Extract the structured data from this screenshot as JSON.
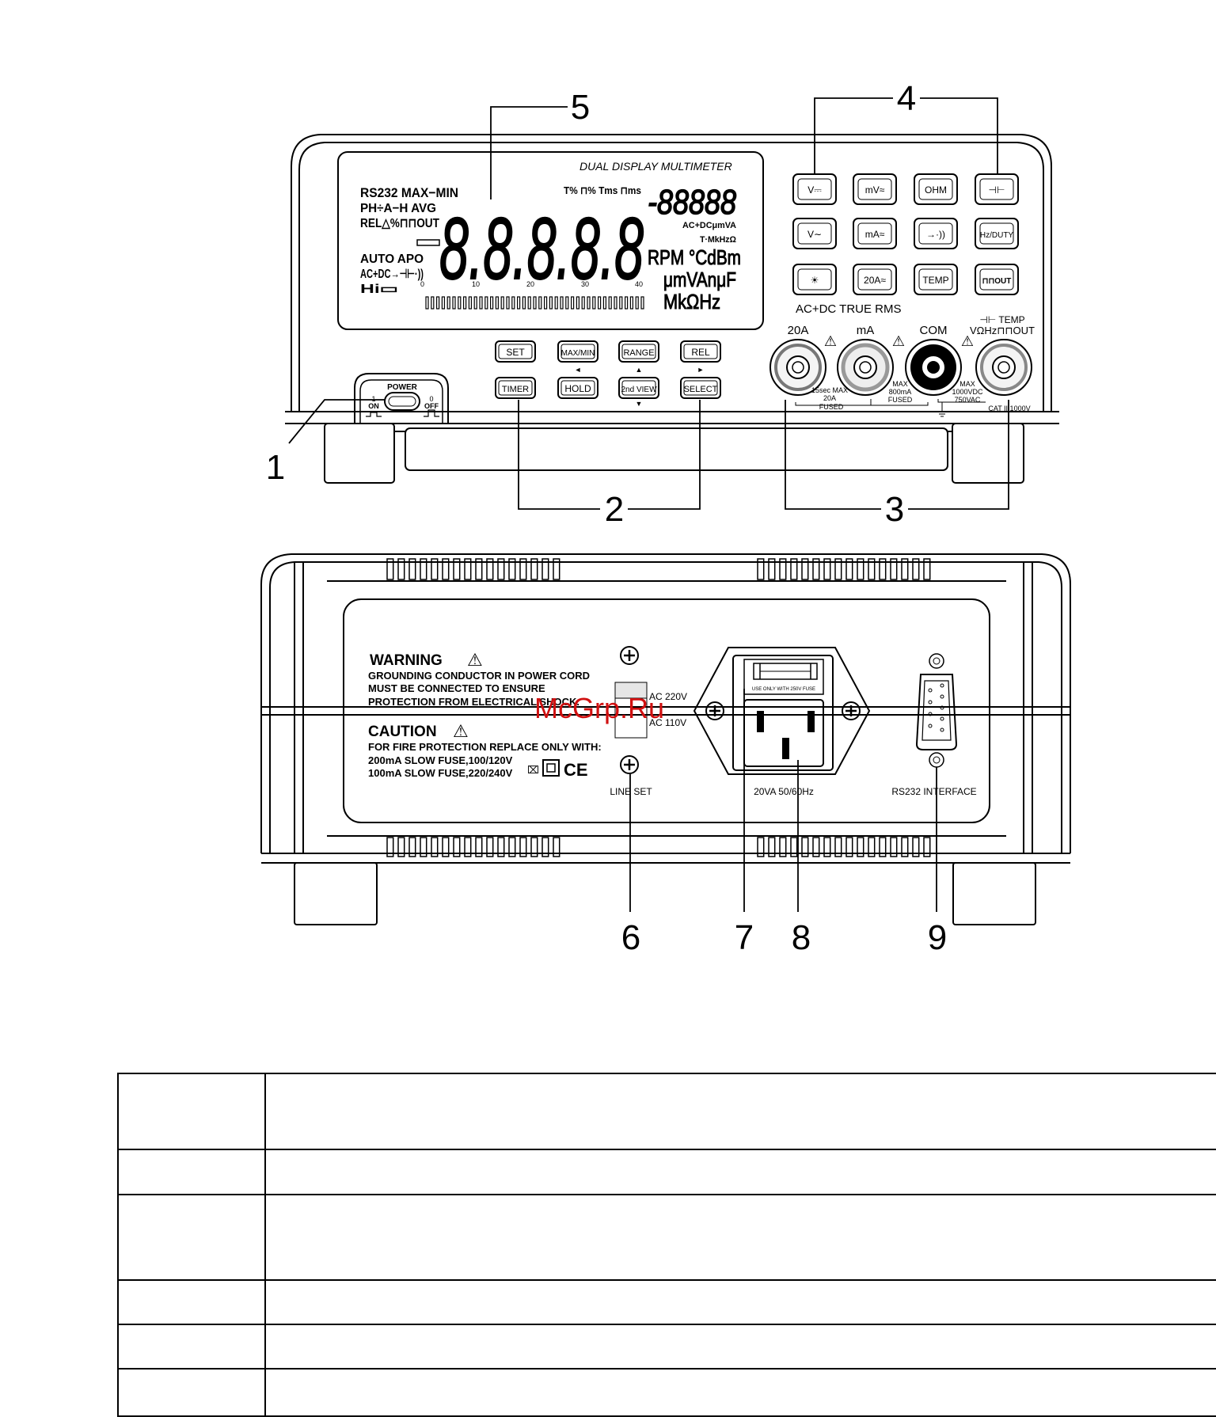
{
  "front_panel": {
    "display_title": "DUAL DISPLAY MULTIMETER",
    "lcd": {
      "left_labels": [
        "RS232 MAX−MIN",
        "PH÷A−H AVG",
        "REL△%⊓⊓OUT",
        "AUTO APO",
        "AC+DC→⊣⊢·))",
        "Hi▭"
      ],
      "main_digits": "8.8.8.8.8",
      "sub_digits": "-88888",
      "top_flags": "T% ⊓% Tms ⊓ms",
      "sub_units_1": "AC+DCμmVA",
      "sub_units_2": "T·MkHzΩ",
      "unit_line_1": "RPM °CdBm",
      "unit_line_2": "μmVAnμF",
      "unit_line_3": "MkΩHz",
      "bargraph_scale": [
        "0",
        "10",
        "20",
        "30",
        "40"
      ]
    },
    "function_buttons": [
      "V⎓",
      "mV≈",
      "OHM",
      "⊣⊢",
      "V∼",
      "mA≈",
      "→·))",
      "Hz/DUTY",
      "☀",
      "20A≈",
      "TEMP",
      "⊓⊓OUT"
    ],
    "true_rms_label": "AC+DC TRUE RMS",
    "control_buttons_top": [
      "SET",
      "MAX/MIN",
      "RANGE",
      "REL"
    ],
    "control_buttons_bottom": [
      "TIMER",
      "HOLD",
      "2nd VIEW",
      "SELECT"
    ],
    "arrows": [
      "◄",
      "▲",
      "►",
      "▼"
    ],
    "power": {
      "label": "POWER",
      "on": "ON",
      "off": "OFF",
      "on_num": "1",
      "off_num": "0"
    },
    "terminals": {
      "labels": [
        "20A",
        "mA",
        "COM"
      ],
      "input_label_1": "⊣⊢ TEMP",
      "input_label_2": "VΩHz⊓⊓OUT",
      "note_20a": [
        "15sec MAX",
        "20A",
        "FUSED"
      ],
      "note_ma": [
        "MAX",
        "800mA",
        "FUSED"
      ],
      "note_v": [
        "MAX",
        "1000VDC",
        "750VAC"
      ],
      "cat": "CAT II 1000V"
    }
  },
  "rear_panel": {
    "warning_title": "WARNING",
    "warning_lines": [
      "GROUNDING CONDUCTOR IN POWER CORD",
      "MUST BE CONNECTED TO ENSURE",
      "PROTECTION FROM ELECTRICAL SHOCK."
    ],
    "caution_title": "CAUTION",
    "caution_lines": [
      "FOR FIRE PROTECTION REPLACE ONLY WITH:",
      "200mA SLOW FUSE,100/120V",
      "100mA SLOW FUSE,220/240V"
    ],
    "voltage_options": [
      "AC 220V",
      "AC 110V"
    ],
    "line_set_label": "LINE SET",
    "fuse_note": "USE ONLY WITH 250V FUSE",
    "power_rating": "20VA 50/60Hz",
    "interface_label": "RS232 INTERFACE",
    "watermark": "McGrp.Ru"
  },
  "callouts": [
    "1",
    "2",
    "3",
    "4",
    "5",
    "6",
    "7",
    "8",
    "9"
  ],
  "table": {
    "rows": 6
  }
}
